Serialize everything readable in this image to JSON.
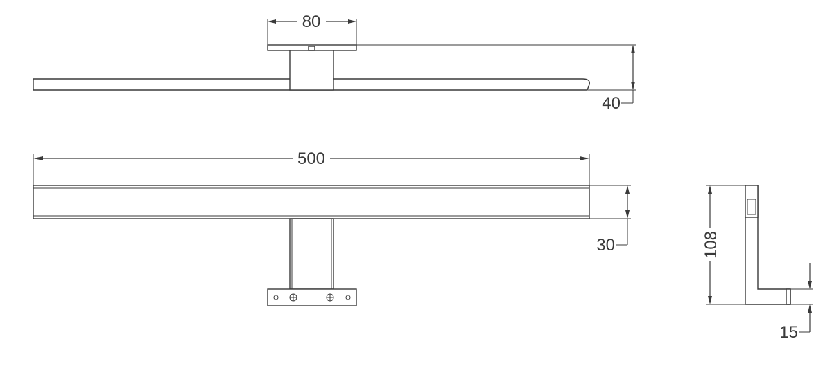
{
  "dimensions": {
    "bracket_width": "80",
    "top_height": "40",
    "total_length": "500",
    "front_height": "30",
    "side_height": "108",
    "side_depth": "15"
  }
}
